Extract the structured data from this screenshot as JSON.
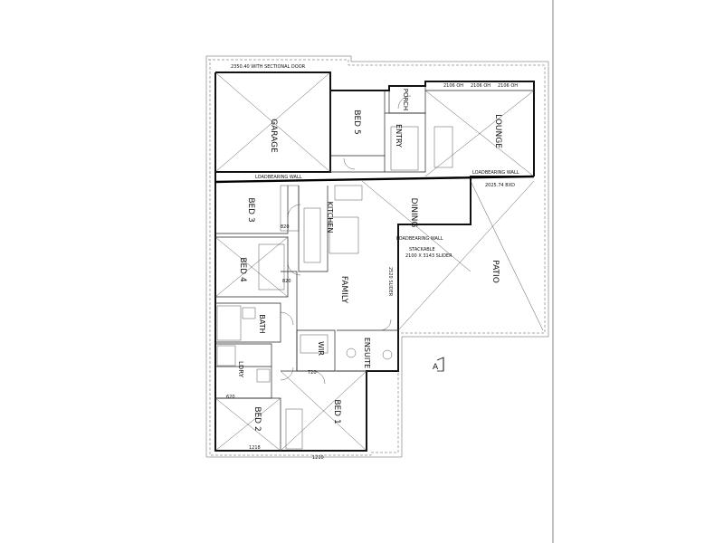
{
  "page": {
    "margin_line_color": "#333333",
    "line_color": "#111111"
  },
  "plan": {
    "garage_door": "2350.40 WITH SECTIONAL DOOR",
    "rooms": {
      "garage": "GARAGE",
      "bed5": "BED 5",
      "porch": "PORCH",
      "entry": "ENTRY",
      "lounge": "LOUNGE",
      "bed3": "BED 3",
      "kitchen": "KITCHEN",
      "dining": "DINING",
      "patio": "PATIO",
      "bed4": "BED 4",
      "family": "FAMILY",
      "bath": "BATH",
      "wir": "WIR",
      "ensuite": "ENSUITE",
      "lndry": "LDRY",
      "bed2": "BED 2",
      "bed1": "BED 1"
    },
    "walls": {
      "loadbearing_top": "LOADBEARING WALL",
      "loadbearing_right": "LOADBEARING WALL",
      "loadbearing_mid": "LOADBEARING WALL"
    },
    "notes": {
      "sliding_door": "STACKABLE",
      "sliding_size": "2100 X 3143 SLIDER",
      "section_mark": "A",
      "dim_2106a": "2106 OH",
      "dim_2106b": "2106 OH",
      "dim_2106c": "2106 OH",
      "dim_2025": "2025.74 BXD",
      "dim_1210": "1210",
      "dim_1218": "1218",
      "dim_2520": "2520 SLIDER",
      "dim_820a": "820",
      "dim_820b": "820",
      "dim_720": "720",
      "dim_620": "620"
    }
  }
}
